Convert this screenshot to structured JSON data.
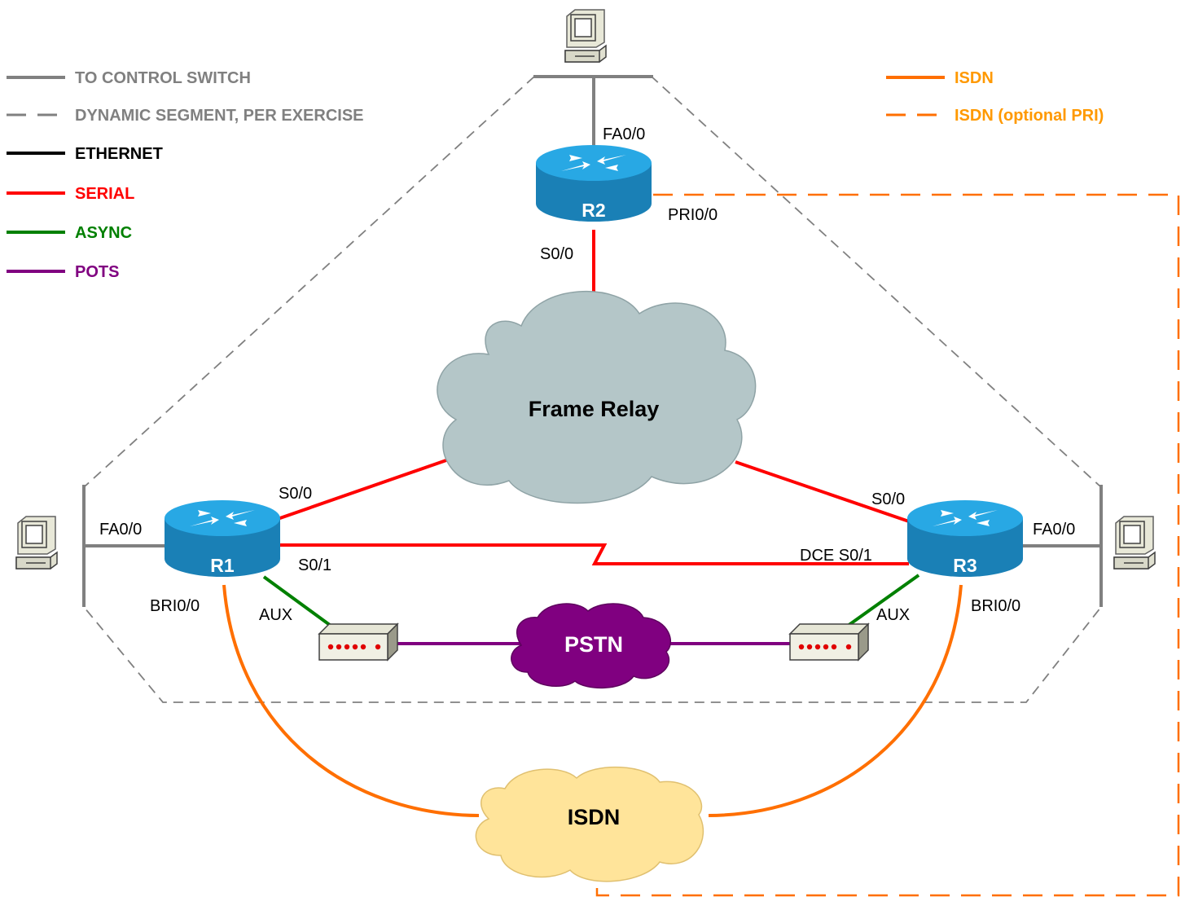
{
  "colors": {
    "control_switch": "#808080",
    "dynamic_segment": "#808080",
    "ethernet": "#000000",
    "serial": "#ff0000",
    "async": "#008000",
    "pots": "#800080",
    "isdn": "#ff6f00",
    "isdn_text": "#ff9900",
    "router_body": "#1ba1e2",
    "frame_relay_cloud": "#b4c6c8",
    "pstn_cloud": "#800080",
    "isdn_cloud": "#ffe49a"
  },
  "legend_left": [
    {
      "label": "TO CONTROL SWITCH",
      "style": "solid",
      "color": "#808080",
      "text_color": "#808080"
    },
    {
      "label": "DYNAMIC SEGMENT, PER EXERCISE",
      "style": "dashed",
      "color": "#808080",
      "text_color": "#808080"
    },
    {
      "label": "ETHERNET",
      "style": "solid",
      "color": "#000000",
      "text_color": "#000000"
    },
    {
      "label": "SERIAL",
      "style": "solid",
      "color": "#ff0000",
      "text_color": "#ff0000"
    },
    {
      "label": "ASYNC",
      "style": "solid",
      "color": "#008000",
      "text_color": "#008000"
    },
    {
      "label": "POTS",
      "style": "solid",
      "color": "#800080",
      "text_color": "#800080"
    }
  ],
  "legend_right": [
    {
      "label": "ISDN",
      "style": "solid",
      "color": "#ff6f00",
      "text_color": "#ff9900"
    },
    {
      "label": "ISDN (optional PRI)",
      "style": "dashed",
      "color": "#ff6f00",
      "text_color": "#ff9900"
    }
  ],
  "routers": {
    "r1": {
      "name": "R1"
    },
    "r2": {
      "name": "R2"
    },
    "r3": {
      "name": "R3"
    }
  },
  "clouds": {
    "frame_relay": "Frame Relay",
    "pstn": "PSTN",
    "isdn": "ISDN"
  },
  "interfaces": {
    "r2_fa": "FA0/0",
    "r2_pri": "PRI0/0",
    "r2_s0": "S0/0",
    "r1_fa": "FA0/0",
    "r1_s00": "S0/0",
    "r1_s01": "S0/1",
    "r1_aux": "AUX",
    "r1_bri": "BRI0/0",
    "r3_s00": "S0/0",
    "r3_s01": "DCE S0/1",
    "r3_fa": "FA0/0",
    "r3_aux": "AUX",
    "r3_bri": "BRI0/0"
  },
  "icons": {
    "pc": "pc-workstation-icon",
    "router": "router-icon",
    "modem": "modem-icon",
    "cloud": "cloud-icon"
  }
}
